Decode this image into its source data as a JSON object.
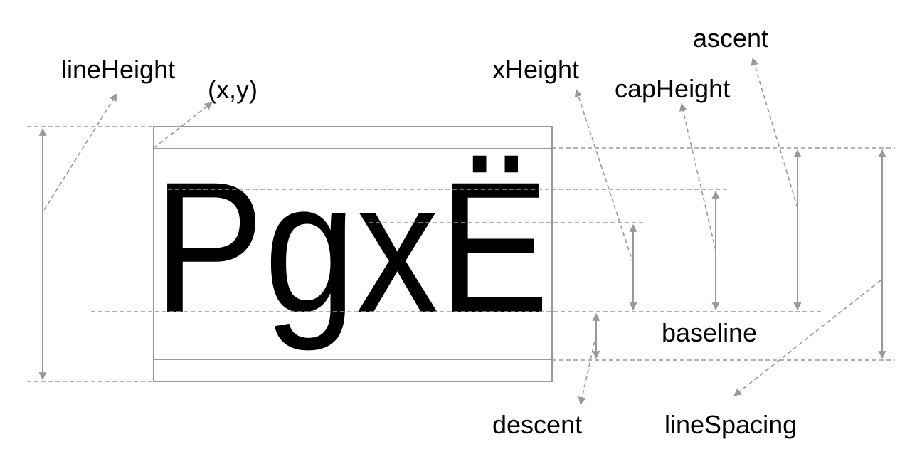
{
  "diagram": {
    "sample_text": "PgxË",
    "labels": {
      "line_height": "lineHeight",
      "origin": "(x,y)",
      "x_height": "xHeight",
      "cap_height": "capHeight",
      "ascent": "ascent",
      "baseline": "baseline",
      "descent": "descent",
      "line_spacing": "lineSpacing"
    },
    "colors": {
      "guide_lines": "#999999",
      "text": "#000000"
    }
  }
}
